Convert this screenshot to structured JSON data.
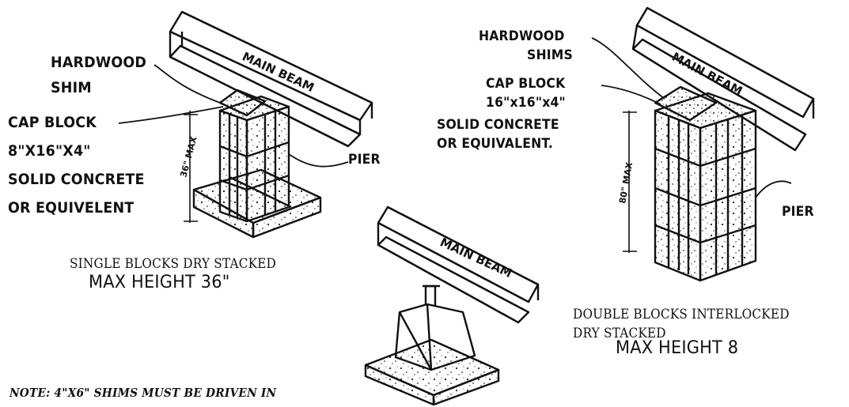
{
  "left_figure": {
    "shim_line1": "HARDWOOD",
    "shim_line2": "SHIM",
    "cap_line1": "CAP BLOCK",
    "cap_line2": "8\"X16\"X4\"",
    "cap_line3": "SOLID CONCRETE",
    "cap_line4": "OR EQUIVELENT",
    "pier": "PIER",
    "beam": "MAIN BEAM",
    "dim": "36\" MAX",
    "caption_line1": "SINGLE BLOCKS DRY STACKED",
    "caption_line2": "MAX HEIGHT 36\""
  },
  "center_figure": {
    "beam": "MAIN BEAM"
  },
  "right_figure": {
    "shim_line1": "HARDWOOD",
    "shim_line2": "SHIMS",
    "cap_line1": "CAP BLOCK",
    "cap_line2": "16\"x16\"x4\"",
    "cap_line3": "SOLID CONCRETE",
    "cap_line4": "OR EQUIVALENT.",
    "pier": "PIER",
    "beam": "MAIN BEAM",
    "dim": "80\" MAX",
    "caption_line1": "DOUBLE BLOCKS INTERLOCKED",
    "caption_line2": "DRY STACKED",
    "caption_line3": "MAX HEIGHT 8"
  },
  "note": "NOTE: 4\"X6\" SHIMS MUST BE DRIVEN IN"
}
